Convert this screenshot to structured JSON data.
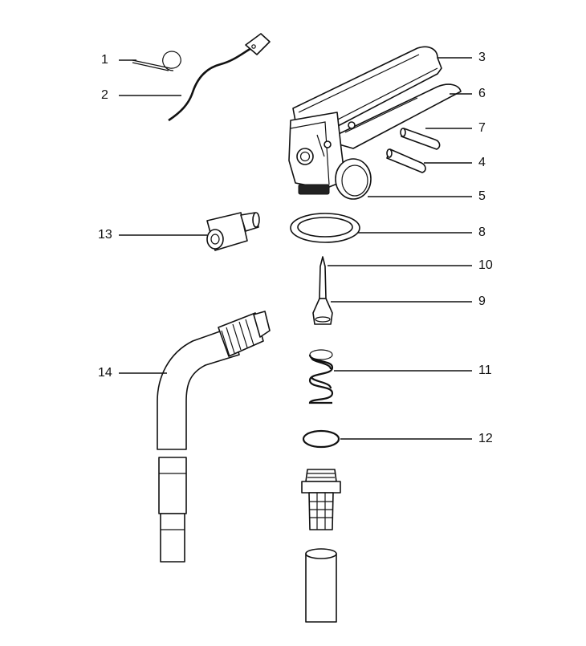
{
  "diagram": {
    "callouts": [
      "1",
      "2",
      "3",
      "4",
      "5",
      "6",
      "7",
      "8",
      "9",
      "10",
      "11",
      "12",
      "13",
      "14"
    ]
  }
}
